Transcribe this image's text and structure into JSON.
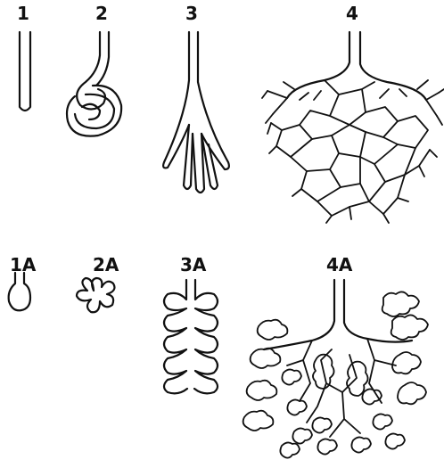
{
  "labels": {
    "fig1": "1",
    "fig2": "2",
    "fig3": "3",
    "fig4": "4",
    "fig1a": "1A",
    "fig2a": "2A",
    "fig3a": "3A",
    "fig4a": "4A"
  }
}
